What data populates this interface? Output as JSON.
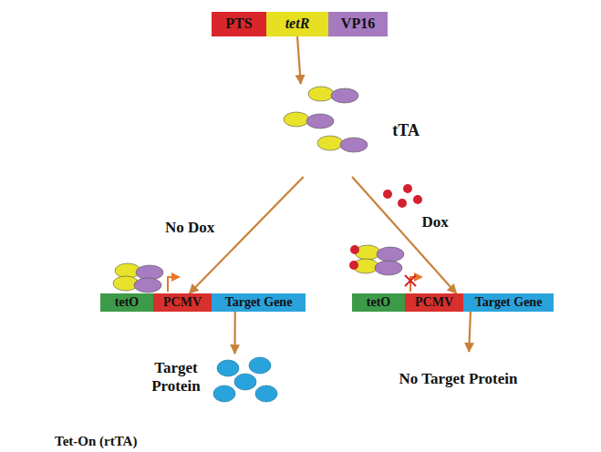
{
  "diagram": {
    "nodes": [
      {
        "text": [
          "PTS"
        ]
      },
      {
        "text": [
          "tetR"
        ]
      },
      {
        "text": [
          "VP16"
        ]
      },
      {
        "text": [
          "tTA"
        ]
      },
      {
        "text": [
          "tetO"
        ]
      },
      {
        "text": [
          "PCMV"
        ]
      },
      {
        "text": [
          "Target Gene"
        ]
      },
      {
        "text": [
          "tetO"
        ]
      },
      {
        "text": [
          "PCMV"
        ]
      },
      {
        "text": [
          "Target Gene"
        ]
      },
      {
        "text": [
          "Target Protein"
        ]
      },
      {
        "text": [
          "No Target Protein"
        ]
      }
    ],
    "edges": [
      {
        "from": 1,
        "to": 3,
        "arrow": "to"
      },
      {
        "from": 3,
        "to": 5,
        "label": "No Dox",
        "arrow": "to"
      },
      {
        "from": 3,
        "to": 8,
        "label": "Dox",
        "arrow": "to"
      },
      {
        "from": 6,
        "to": 10,
        "arrow": "to"
      },
      {
        "from": 9,
        "to": 11,
        "arrow": "to"
      }
    ],
    "labels": [
      "Tet-On (rtTA)"
    ]
  }
}
